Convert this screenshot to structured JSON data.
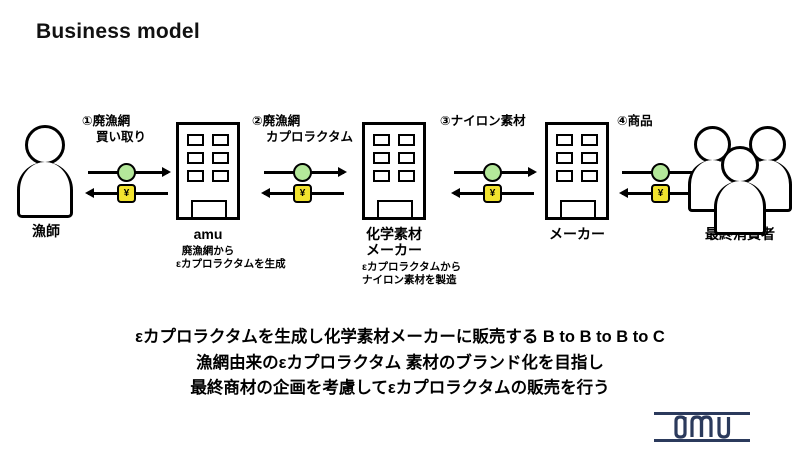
{
  "slide": {
    "title": "Business model"
  },
  "nodes": [
    {
      "id": "fisherman",
      "icon": "person-icon",
      "label": "漁師",
      "sublabel": []
    },
    {
      "id": "amu",
      "icon": "building-icon",
      "label": "amu",
      "sublabel": [
        "廃漁網から",
        "εカプロラクタムを生成"
      ]
    },
    {
      "id": "chemical-maker",
      "icon": "building-icon",
      "label": "化学素材\nメーカー",
      "label_line1": "化学素材",
      "label_line2": "メーカー",
      "sublabel": [
        "εカプロラクタムから",
        "ナイロン素材を製造"
      ]
    },
    {
      "id": "manufacturer",
      "icon": "building-icon",
      "label": "メーカー",
      "sublabel": []
    },
    {
      "id": "end-consumer",
      "icon": "people-group-icon",
      "label": "最終消費者",
      "sublabel": []
    }
  ],
  "steps": [
    {
      "number": "①",
      "line1": "①廃漁網",
      "line2": "買い取り",
      "goods_token": "green-circle",
      "money_token": "¥"
    },
    {
      "number": "②",
      "line1": "②廃漁網",
      "line2": "カプロラクタム",
      "goods_token": "green-circle",
      "money_token": "¥"
    },
    {
      "number": "③",
      "line1": "③ナイロン素材",
      "line2": "",
      "goods_token": "green-circle",
      "money_token": "¥"
    },
    {
      "number": "④",
      "line1": "④商品",
      "line2": "",
      "goods_token": "green-circle",
      "money_token": "¥"
    }
  ],
  "summary": {
    "line1": "εカプロラクタムを生成し化学素材メーカーに販売する B to B to B to C",
    "line2": "漁網由来のεカプロラクタム 素材のブランド化を目指し",
    "line3": "最終商材の企画を考慮してεカプロラクタムの販売を行う"
  },
  "logo": {
    "text": "amu",
    "color": "#2b3a5c"
  },
  "colors": {
    "goods": "#b4e89a",
    "money": "#f2e32e",
    "outline": "#000000",
    "background": "#ffffff",
    "logo": "#2b3a5c"
  }
}
